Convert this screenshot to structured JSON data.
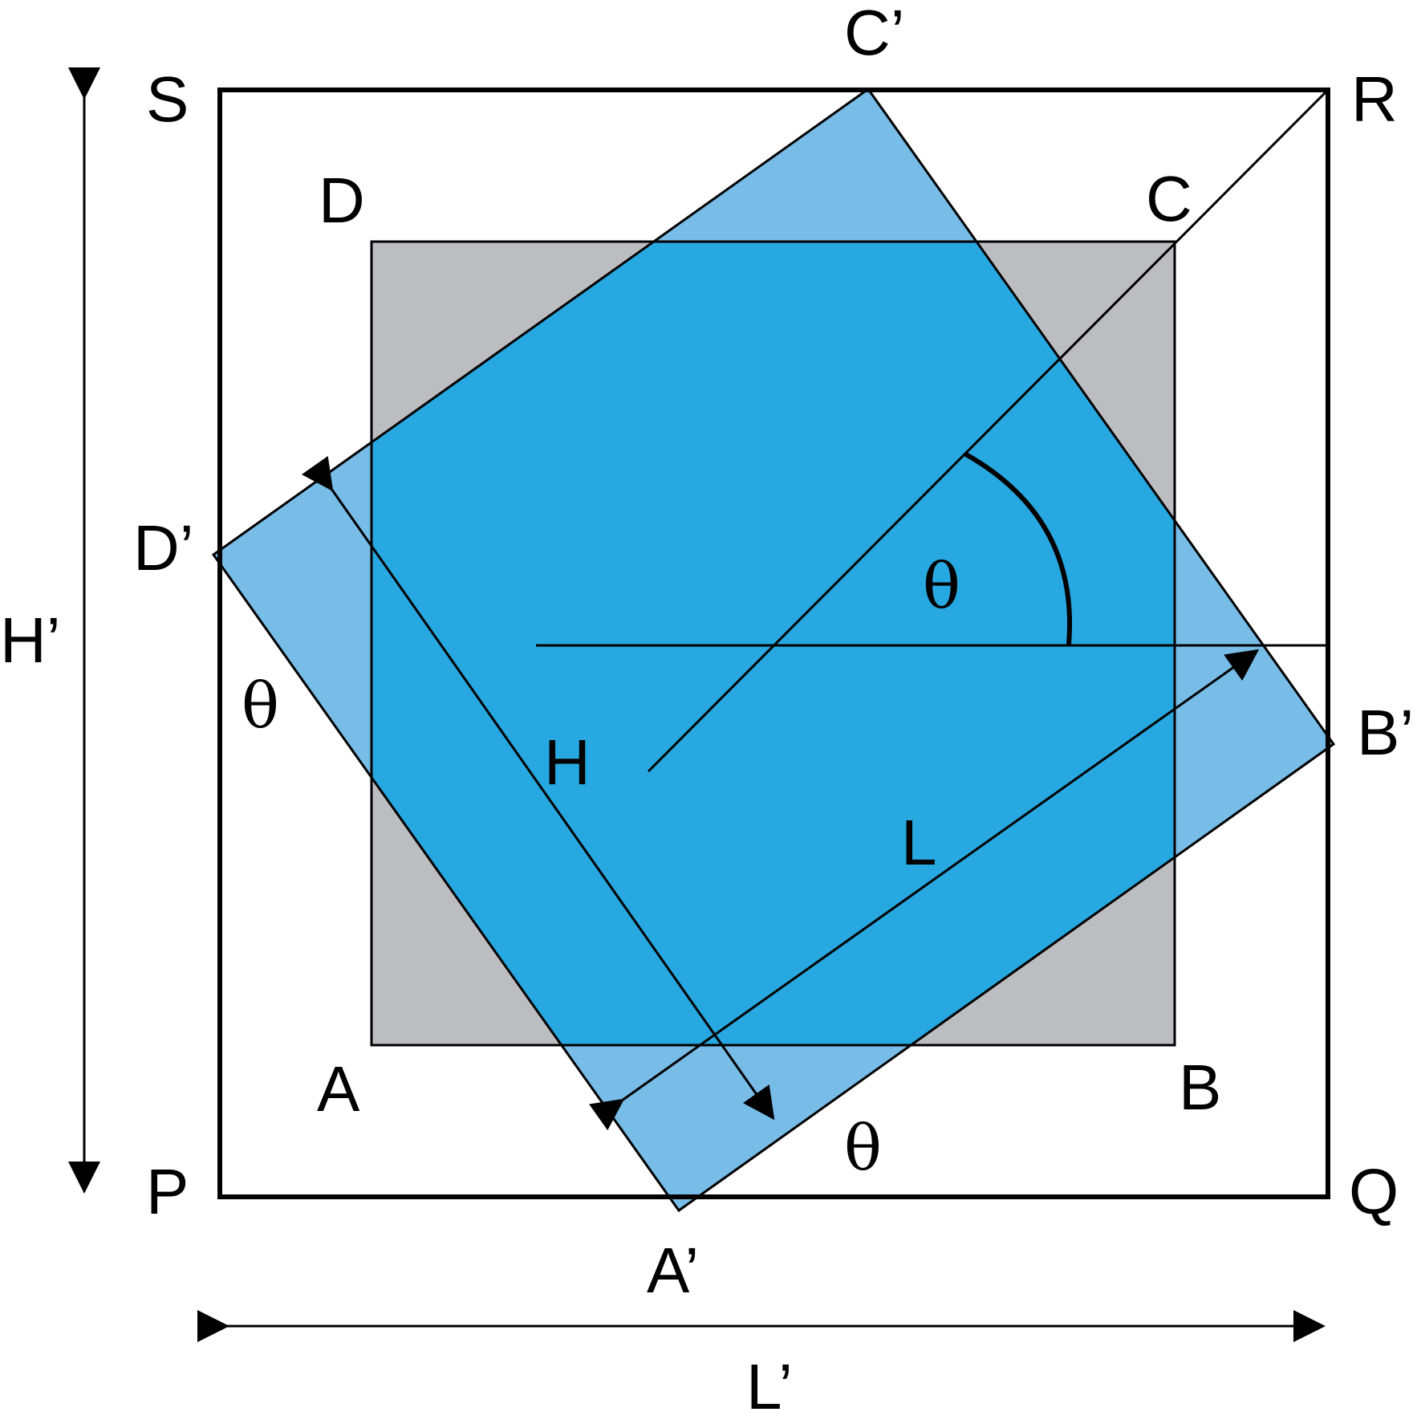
{
  "colors": {
    "inner_square_fill": "#bcbdc0",
    "rotated_square_fill": "#77bde8",
    "overlap_fill": "#27a8e0",
    "line": "#000000",
    "background": "#ffffff"
  },
  "labels": {
    "outer": {
      "S": "S",
      "R": "R",
      "P": "P",
      "Q": "Q"
    },
    "inner": {
      "D": "D",
      "C": "C",
      "A": "A",
      "B": "B"
    },
    "rotated": {
      "C_prime": "C’",
      "D_prime": "D’",
      "B_prime": "B’",
      "A_prime": "A’"
    },
    "dimensions": {
      "H_prime": "H’",
      "L_prime": "L’",
      "H": "H",
      "L": "L"
    },
    "angle": {
      "theta_left": "θ",
      "theta_bottom": "θ",
      "theta_center": "θ"
    }
  }
}
